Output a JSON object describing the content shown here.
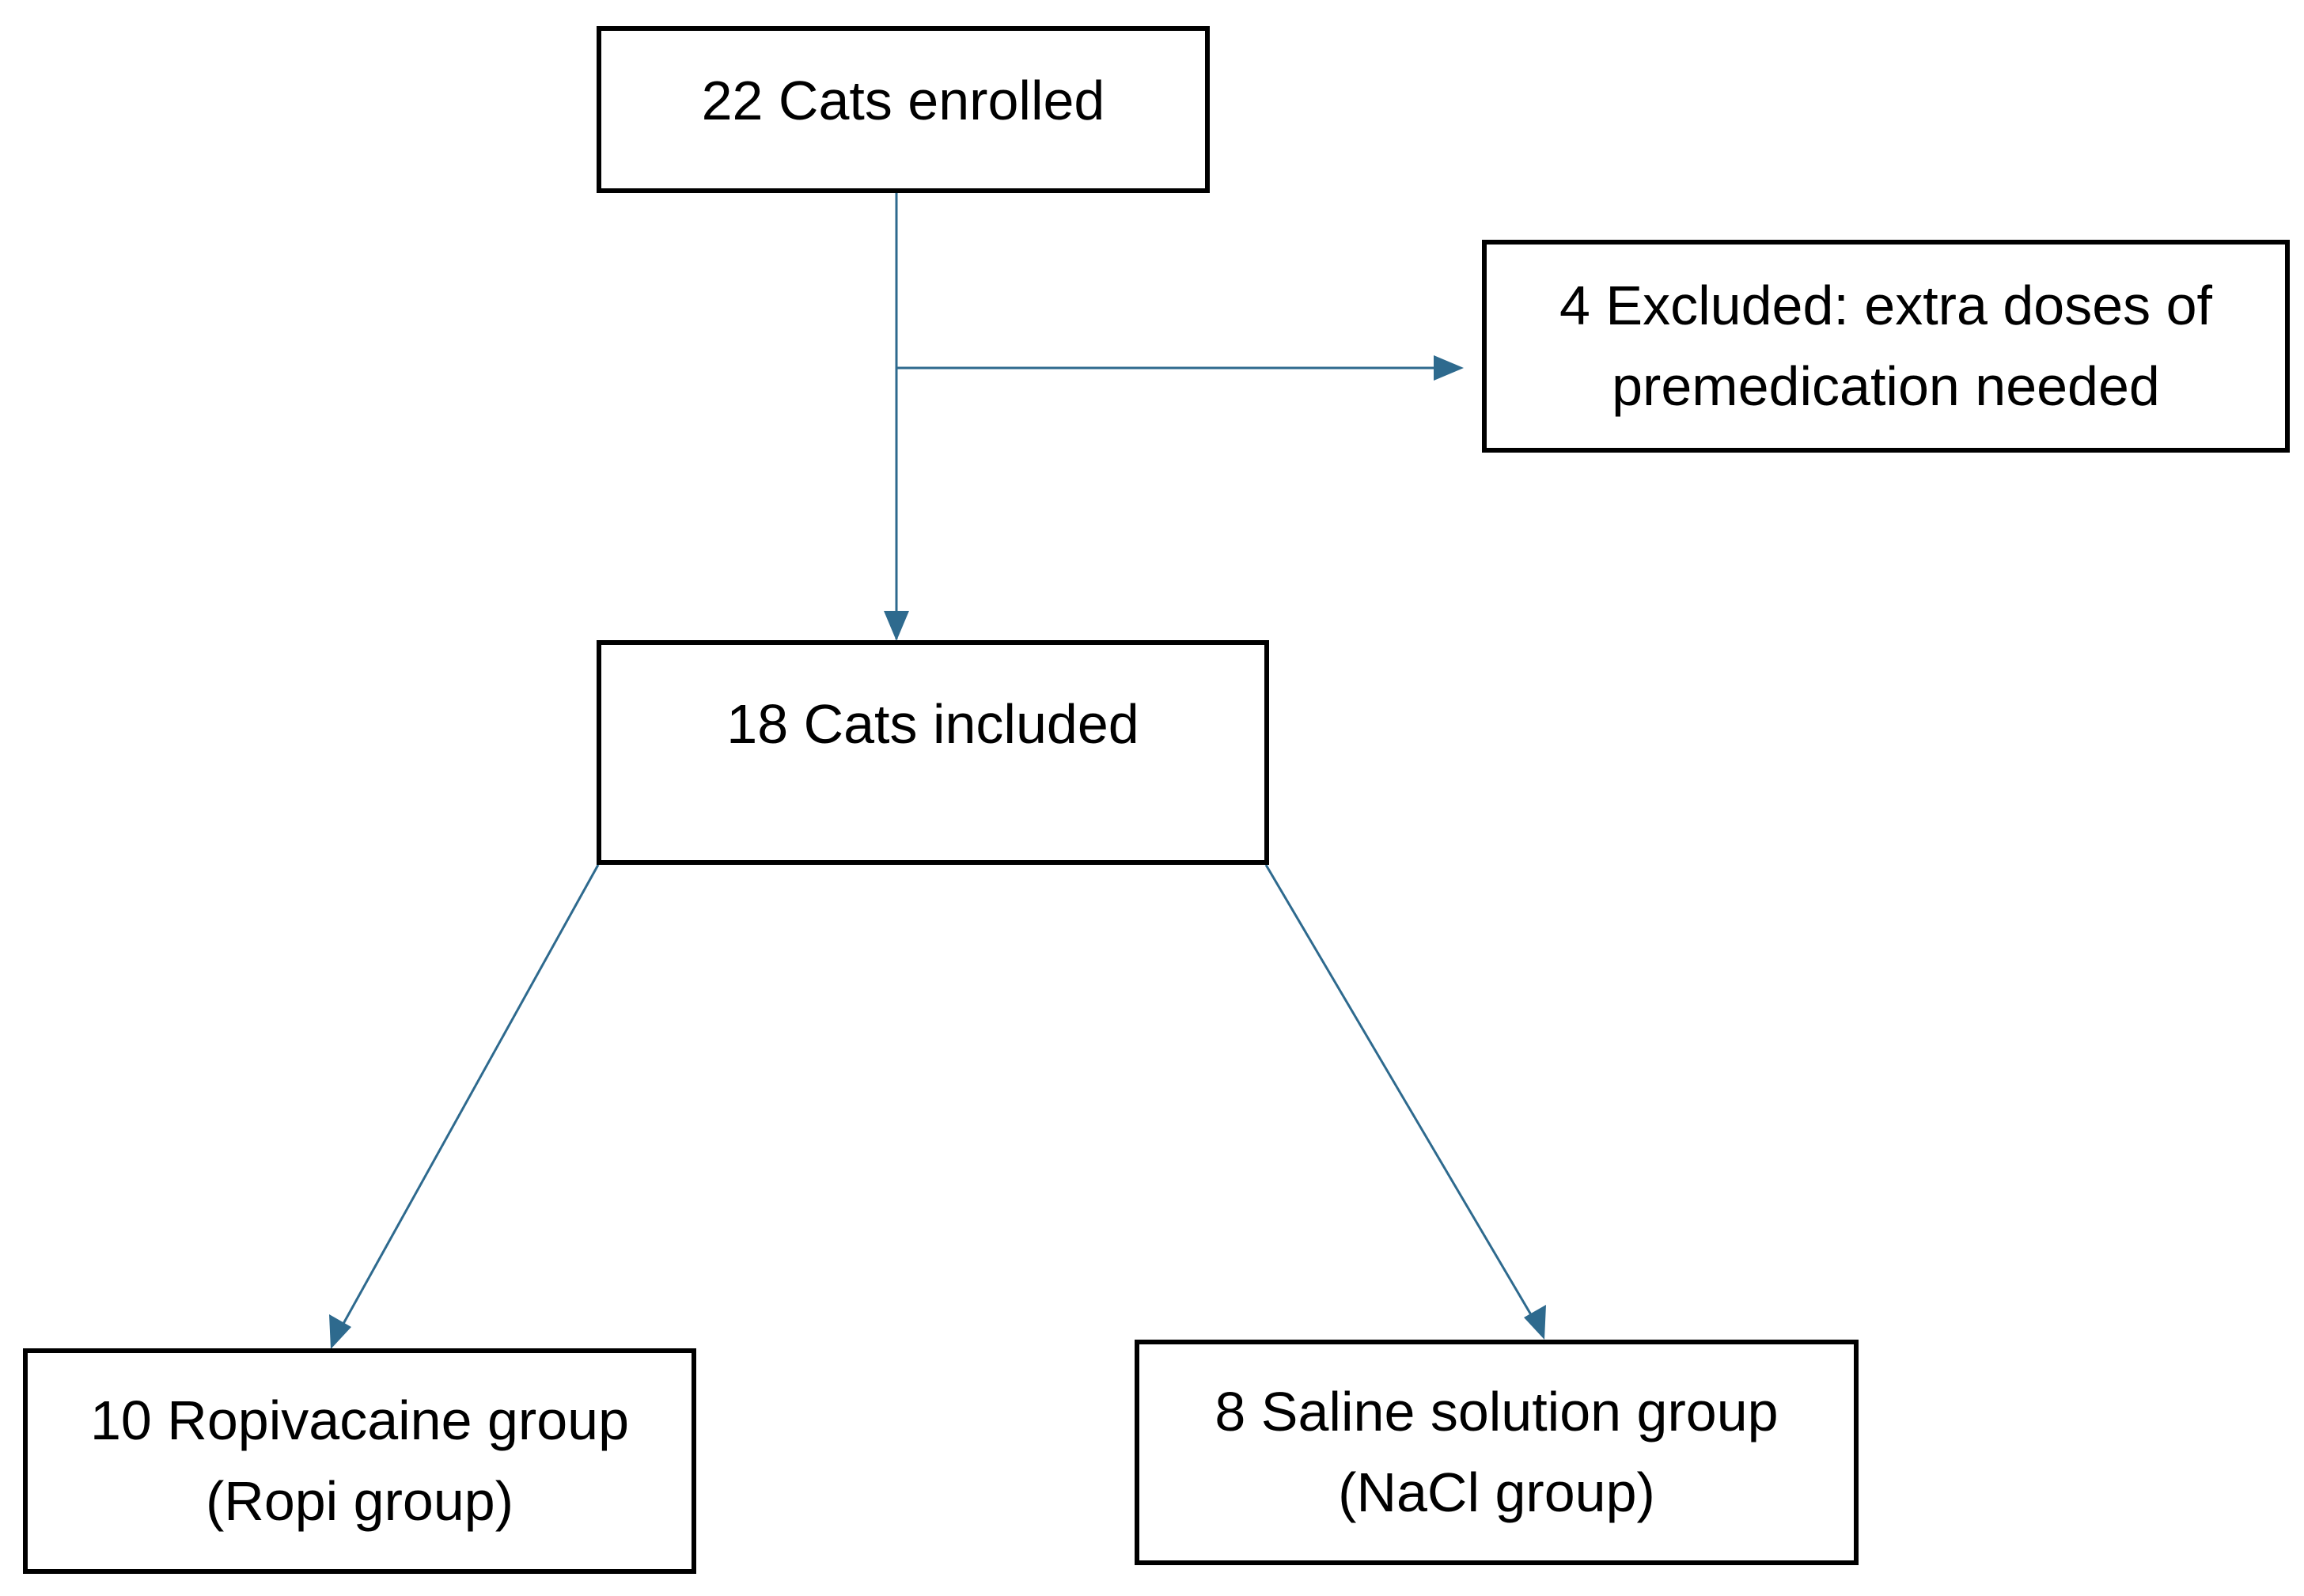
{
  "flowchart": {
    "enrolled": {
      "line1": "22 Cats enrolled"
    },
    "excluded": {
      "line1": "4 Excluded: extra doses of",
      "line2": "premedication needed"
    },
    "included": {
      "line1": "18 Cats included"
    },
    "ropi": {
      "line1": "10 Ropivacaine group",
      "line2": "(Ropi group)"
    },
    "nacl": {
      "line1": "8 Saline solution group",
      "line2": "(NaCl group)"
    }
  },
  "colors": {
    "arrow": "#2E6A8E",
    "box_border": "#000000",
    "text": "#000000",
    "background": "#FFFFFF"
  }
}
